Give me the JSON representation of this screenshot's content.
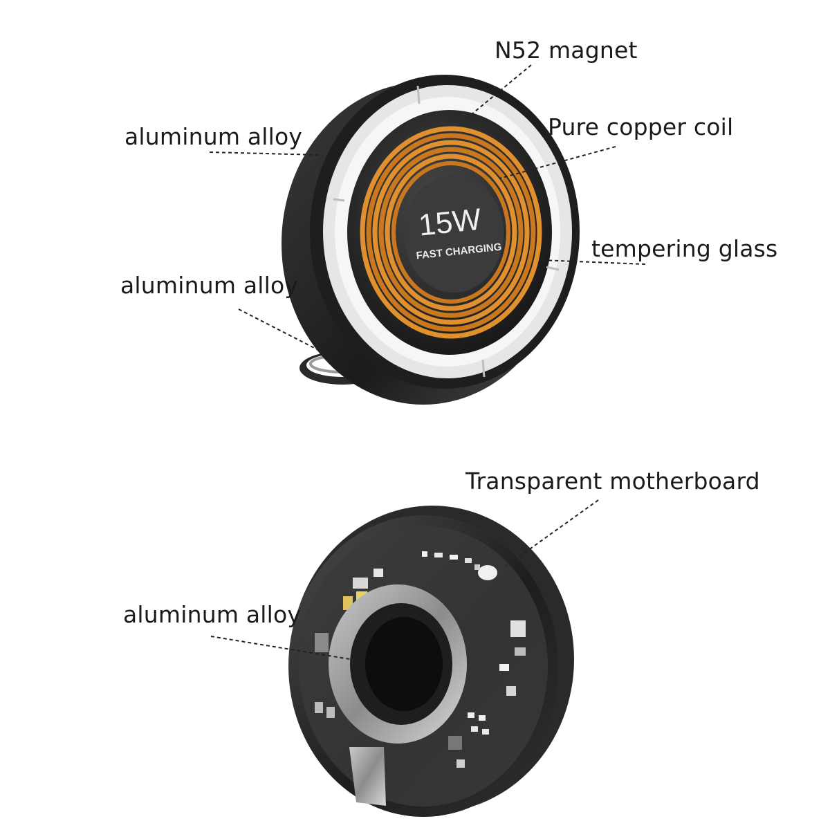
{
  "colors": {
    "background": "#ffffff",
    "label_text": "#1a1a1a",
    "leader_line": "#222222",
    "charger_body": "#2b2b2b",
    "light_ring": "#e6e6e6",
    "copper_coil": "#e0902e",
    "coil_gap": "#3a2c22"
  },
  "top_charger": {
    "face_main": "15W",
    "face_sub": "FAST CHARGING",
    "callouts": [
      "N52 magnet",
      "aluminum alloy",
      "Pure copper coil",
      "tempering glass",
      "aluminum alloy"
    ]
  },
  "bottom_charger": {
    "callouts": [
      "Transparent motherboard",
      "aluminum alloy"
    ]
  }
}
